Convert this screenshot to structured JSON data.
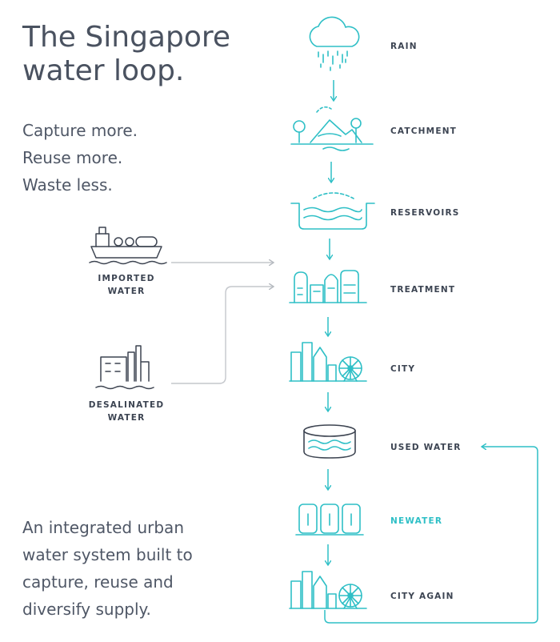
{
  "title": [
    "The Singapore",
    "water loop."
  ],
  "tagline": [
    "Capture more.",
    "Reuse more.",
    "Waste less."
  ],
  "summary": [
    "An integrated urban",
    "water system built to",
    "capture, reuse and",
    "diversify supply."
  ],
  "stages": [
    {
      "label": "RAIN",
      "icon": "rain-cloud-icon"
    },
    {
      "label": "CATCHMENT",
      "icon": "catchment-landscape-icon"
    },
    {
      "label": "RESERVOIRS",
      "icon": "reservoir-icon"
    },
    {
      "label": "TREATMENT",
      "icon": "treatment-plant-icon"
    },
    {
      "label": "CITY",
      "icon": "city-skyline-icon"
    },
    {
      "label": "USED WATER",
      "icon": "used-water-tank-icon"
    },
    {
      "label": "NEWATER",
      "icon": "newater-tanks-icon"
    },
    {
      "label": "CITY AGAIN",
      "icon": "city-again-skyline-icon"
    }
  ],
  "sources": [
    {
      "label": [
        "IMPORTED",
        "WATER"
      ],
      "icon": "tanker-ship-icon"
    },
    {
      "label": [
        "DESALINATED",
        "WATER"
      ],
      "icon": "desalination-plant-icon"
    }
  ],
  "colors": {
    "teal": "#2ebfc6",
    "dark_line": "#3d4451",
    "text": "#4a5260",
    "connector": "#c4c7cc"
  }
}
